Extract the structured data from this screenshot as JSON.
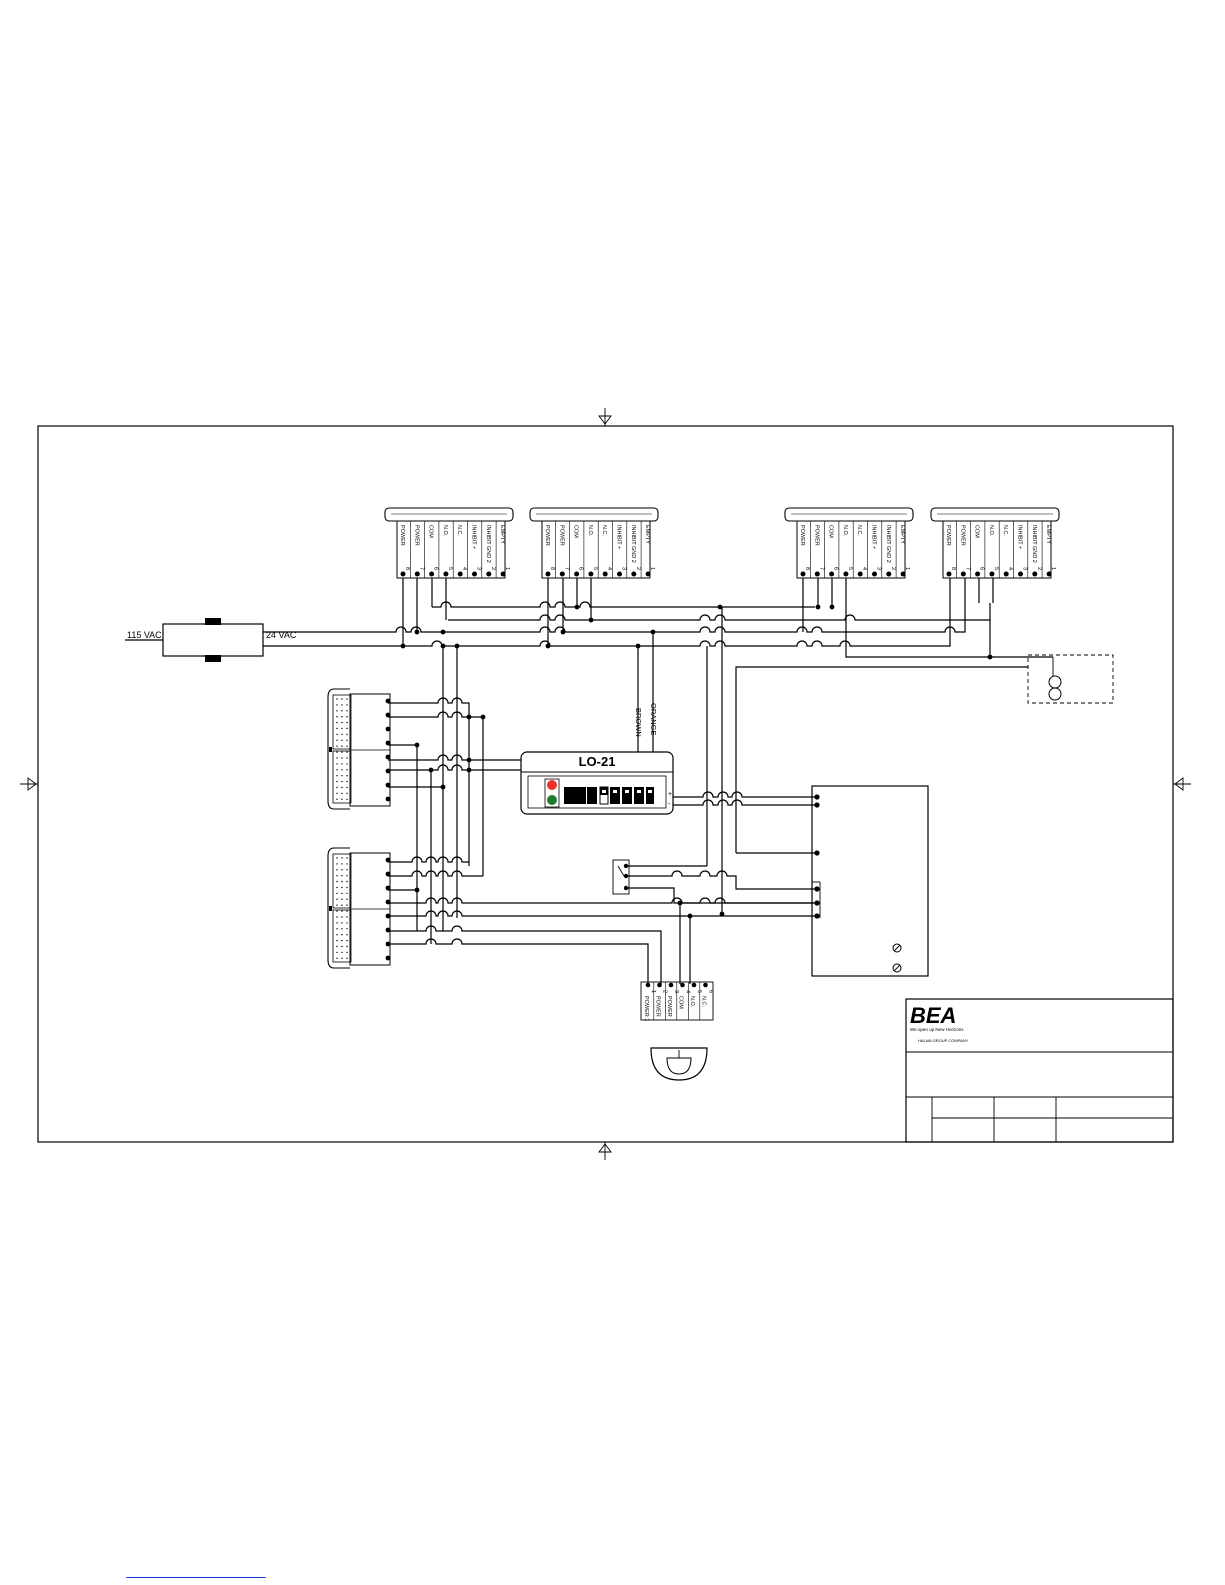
{
  "power": {
    "primary_label": "115 VAC",
    "secondary_label": "24  VAC"
  },
  "sensor_terminals": {
    "labels": [
      "POWER",
      "POWER",
      "COM",
      "N.O.",
      "N.C.",
      "INHIBIT +",
      "INHIBIT GND 2",
      "EMPTY"
    ],
    "numbers": [
      "8",
      "7",
      "6",
      "5",
      "4",
      "3",
      "2",
      "1"
    ]
  },
  "controller": {
    "title": "LO-21",
    "wire_brown": "BROWN",
    "wire_orange": "ORANGE",
    "plus": "+",
    "minus": "-"
  },
  "bottom_terminal": {
    "labels": [
      "POWER 1",
      "POWER",
      "POWER",
      "COM",
      "N.O.",
      "N.C."
    ],
    "numbers": [
      "1",
      "2",
      "3",
      "4",
      "5",
      "6"
    ]
  },
  "title_block": {
    "logo": "BEA",
    "tagline": "We open up New Horizons",
    "group": "HALMA GROUP COMPANY"
  },
  "colors": {
    "led_red": "#e8322a",
    "led_green": "#1f7a2e",
    "link": "#1a3fd6"
  }
}
